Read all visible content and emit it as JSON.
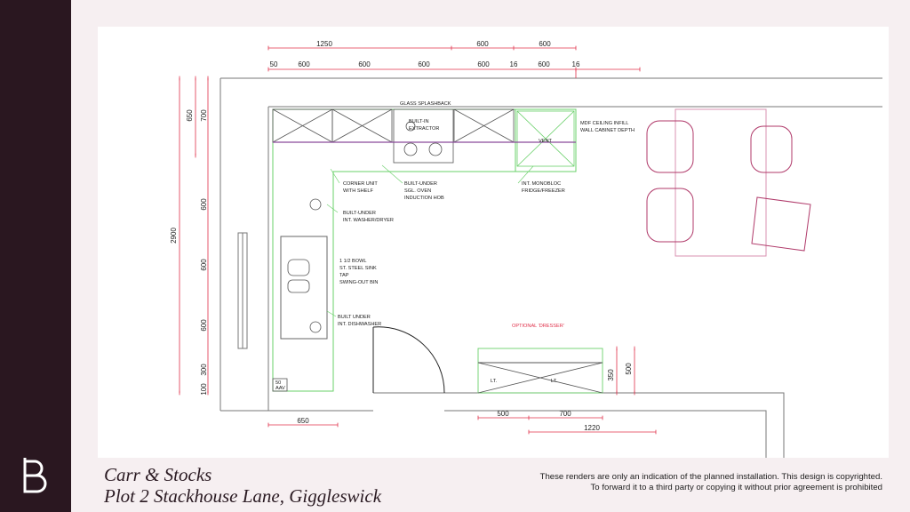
{
  "footer": {
    "company": "Carr & Stocks",
    "project": "Plot 2 Stackhouse Lane, Giggleswick",
    "disclaimer_line1": "These renders are only an indication of the planned installation. This design is copyrighted.",
    "disclaimer_line2": "To forward it to a third party or copying it without prior agreement is prohibited"
  },
  "brand": {
    "logo_icon": "b-monogram-icon",
    "sidebar_color": "#2a1720",
    "accent": "#e0304a",
    "unit_outline": "#6ad06a",
    "furniture": "#b03a6a"
  },
  "plan": {
    "dims_top_row1": [
      "1250",
      "600",
      "600"
    ],
    "dims_top_row2": [
      "50",
      "600",
      "600",
      "600",
      "600",
      "16",
      "600",
      "16"
    ],
    "dims_left_outer": [
      "2900"
    ],
    "dims_left_inner": [
      "650",
      "700",
      "600",
      "600",
      "600",
      "300",
      "100"
    ],
    "dims_bottom": [
      "650",
      "500",
      "700",
      "1220"
    ],
    "dims_right": [
      "350",
      "500"
    ],
    "labels": {
      "glass_splashback": "GLASS SPLASHBACK",
      "built_in_extractor_1": "BUILT-IN",
      "built_in_extractor_2": "EXTRACTOR",
      "vent": "VENT",
      "mdf_1": "MDF CEILING INFILL",
      "mdf_2": "WALL CABINET DEPTH",
      "corner_1": "CORNER UNIT",
      "corner_2": "WITH SHELF",
      "oven_1": "BUILT-UNDER",
      "oven_2": "SGL. OVEN",
      "oven_3": "INDUCTION HOB",
      "fridge_1": "INT. MONOBLOC",
      "fridge_2": "FRIDGE/FREEZER",
      "washer_1": "BUILT-UNDER",
      "washer_2": "INT. WASHER/DRYER",
      "sink_1": "1 1/2 BOWL",
      "sink_2": "ST. STEEL SINK",
      "sink_3": "TAP",
      "sink_4": "SWING-OUT BIN",
      "dish_1": "BUILT UNDER",
      "dish_2": "INT. DISHWASHER",
      "dresser": "OPTIONAL 'DRESSER'",
      "lt": "LT.",
      "aav_1": "50",
      "aav_2": "AAV"
    }
  }
}
